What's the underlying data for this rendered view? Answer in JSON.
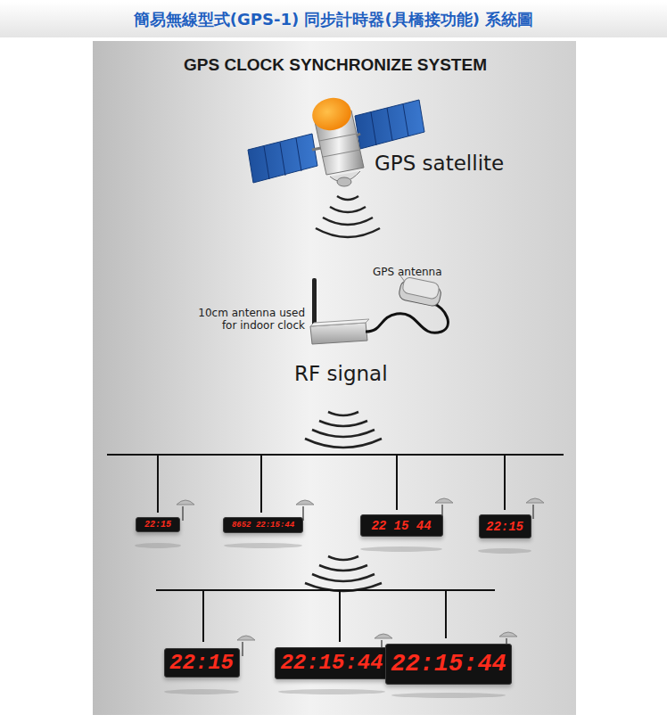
{
  "diagram": {
    "title": "簡易無線型式(GPS-1) 同步計時器(具橋接功能) 系統圖",
    "nodes": [
      {
        "text": [
          "22:15"
        ]
      },
      {
        "text": [
          "8652 22:15:44"
        ]
      },
      {
        "text": [
          "22 15 44"
        ]
      },
      {
        "text": [
          "22:15"
        ]
      },
      {
        "text": [
          "22:15"
        ]
      },
      {
        "text": [
          "22:15:44"
        ]
      },
      {
        "text": [
          "22:15:44"
        ]
      }
    ],
    "labels": [
      "GPS CLOCK SYNCHRONIZE SYSTEM",
      "GPS satellite",
      "GPS antenna",
      "10cm antenna used for indoor clock",
      "RF signal"
    ]
  }
}
